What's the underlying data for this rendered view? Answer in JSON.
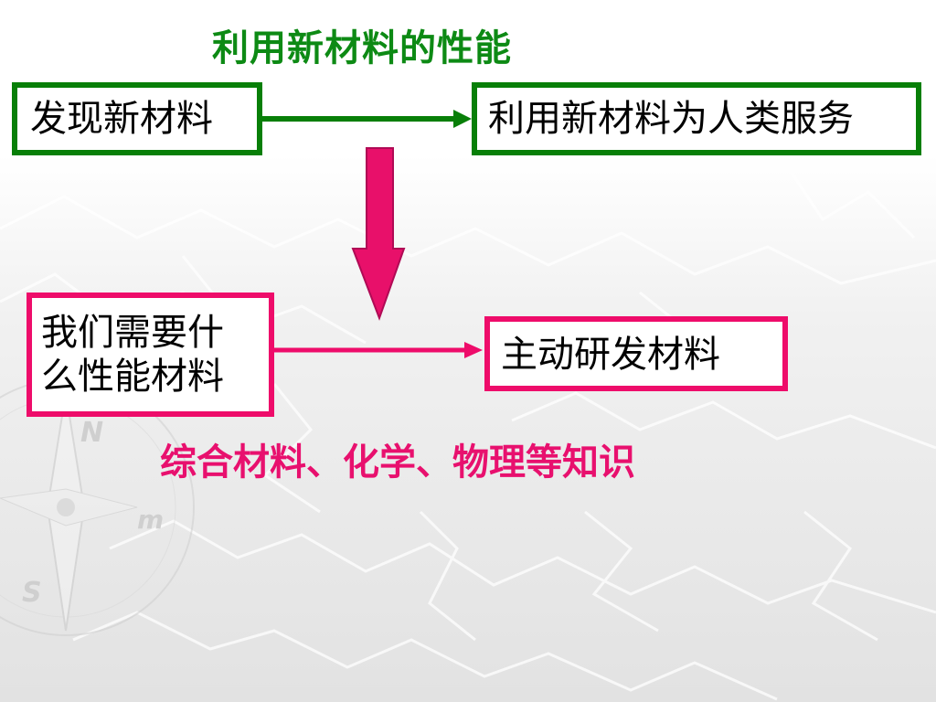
{
  "slide": {
    "title": "利用新材料的性能",
    "title_color": "#0d8a14",
    "top_left_box": "发现新材料",
    "top_right_box": "利用新材料为人类服务",
    "middle_left_box": [
      "我们需要什",
      "么性能材料"
    ],
    "middle_right_box": "主动研发材料",
    "note": "综合材料、化学、物理等知识",
    "note_color": "#e8106e",
    "colors": {
      "green": "#087f08",
      "pink": "#ee0c6a",
      "down_arrow_fill": "#e8106a"
    }
  }
}
